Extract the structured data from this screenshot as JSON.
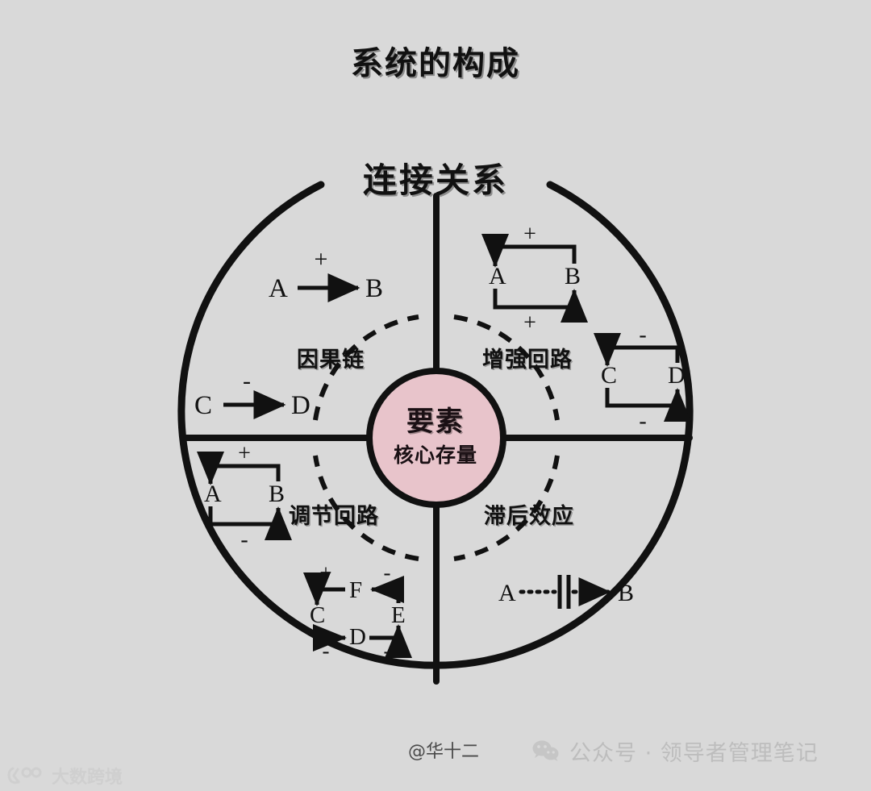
{
  "page": {
    "title": "系统的构成",
    "background_color": "#d9d9d9",
    "ink_color": "#111111",
    "core_fill_color": "#e8c4cb"
  },
  "ring": {
    "title": "连接关系"
  },
  "core": {
    "main": "要素",
    "sub": "核心存量"
  },
  "quadrants": [
    {
      "id": "causal-chain",
      "label": "因果链"
    },
    {
      "id": "reinforcing-loop",
      "label": "增强回路"
    },
    {
      "id": "balancing-loop",
      "label": "调节回路"
    },
    {
      "id": "delay-effect",
      "label": "滞后效应"
    }
  ],
  "chart_data": {
    "type": "diagram",
    "title": "系统的构成",
    "subtitle": "连接关系",
    "center": {
      "label": "要素",
      "sublabel": "核心存量",
      "fill": "#e8c4cb"
    },
    "quadrants": [
      {
        "name": "因果链",
        "position": "top-left",
        "items": [
          {
            "kind": "arrow",
            "from": "A",
            "to": "B",
            "sign": "+",
            "style": "solid"
          },
          {
            "kind": "arrow",
            "from": "C",
            "to": "D",
            "sign": "-",
            "style": "solid"
          }
        ]
      },
      {
        "name": "增强回路",
        "position": "top-right",
        "items": [
          {
            "kind": "loop",
            "nodes": [
              "A",
              "B"
            ],
            "signs": [
              "+",
              "+"
            ],
            "polarity": "reinforcing"
          },
          {
            "kind": "loop",
            "nodes": [
              "C",
              "D"
            ],
            "signs": [
              "-",
              "-"
            ],
            "polarity": "reinforcing"
          }
        ]
      },
      {
        "name": "调节回路",
        "position": "bottom-left",
        "items": [
          {
            "kind": "loop",
            "nodes": [
              "A",
              "B"
            ],
            "signs": [
              "+",
              "-"
            ],
            "polarity": "balancing"
          },
          {
            "kind": "loop",
            "nodes": [
              "C",
              "D",
              "E",
              "F"
            ],
            "signs": [
              "+",
              "-",
              "-",
              "-"
            ],
            "polarity": "balancing"
          }
        ]
      },
      {
        "name": "滞后效应",
        "position": "bottom-right",
        "items": [
          {
            "kind": "delay-arrow",
            "from": "A",
            "to": "B",
            "style": "dotted",
            "marker": "double-bar"
          }
        ]
      }
    ]
  },
  "glyphs": {
    "plus": "+",
    "minus": "-",
    "node_a": "A",
    "node_b": "B",
    "node_c": "C",
    "node_d": "D",
    "node_e": "E",
    "node_f": "F"
  },
  "footer": {
    "credit": "@华十二",
    "wechat_text": "公众号 · 领导者管理笔记",
    "brand_text": "大数跨境"
  }
}
